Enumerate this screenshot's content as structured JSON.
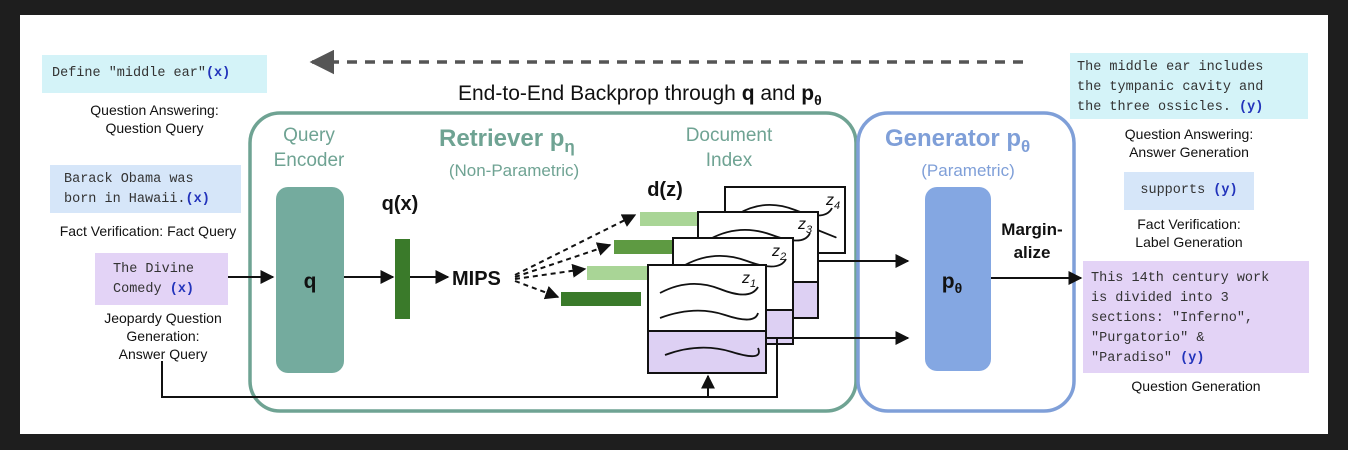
{
  "title_parts": {
    "prefix": "End-to-End Backprop through ",
    "q": "q",
    "and": " and ",
    "p": "p",
    "theta": "θ"
  },
  "inputs": [
    {
      "text": "Define \"middle ear\"",
      "tag": "(x)",
      "caption": "Question Answering:\nQuestion Query"
    },
    {
      "text": "Barack Obama was\nborn in Hawaii.",
      "tag": "(x)",
      "caption": "Fact Verification: Fact Query"
    },
    {
      "text": "The Divine\nComedy",
      "tag": "(x)",
      "caption": "Jeopardy Question\nGeneration:\nAnswer Query"
    }
  ],
  "outputs": [
    {
      "text": "The middle ear includes\nthe tympanic cavity and\nthe three ossicles.",
      "tag": "(y)",
      "caption": "Question Answering:\nAnswer Generation"
    },
    {
      "text": "supports",
      "tag": "(y)",
      "caption": "Fact Verification:\nLabel Generation"
    },
    {
      "text": "This 14th century work\nis divided into 3\nsections: \"Inferno\",\n\"Purgatorio\" &\n\"Paradiso\"",
      "tag": "(y)",
      "caption": "Question Generation"
    }
  ],
  "retriever": {
    "title": "Retriever p",
    "subscript": "η",
    "subtitle": "(Non-Parametric)",
    "query_encoder": "Query\nEncoder",
    "encoder_symbol": "q",
    "qx": "q(x)",
    "mips": "MIPS",
    "document_index": "Document\nIndex",
    "dz": "d(z)",
    "doc_labels": [
      "z",
      "z",
      "z",
      "z"
    ],
    "doc_subscripts": [
      "4",
      "3",
      "2",
      "1"
    ]
  },
  "generator": {
    "title": "Generator p",
    "subscript": "θ",
    "subtitle": "(Parametric)",
    "symbol": "p",
    "symbol_sub": "θ",
    "marginalize": "Margin-\nalize"
  },
  "colors": {
    "retriever_border": "#6fa393",
    "retriever_text": "#6fa393",
    "generator_border": "#7f9fd8",
    "generator_text": "#7f9fd8",
    "encoder_fill": "#74ab9e",
    "generator_fill": "#84a7e2",
    "vector_dark": "#3a7a2a",
    "vector_light": "#a9d596",
    "doc_purple": "#ddd0f3"
  }
}
